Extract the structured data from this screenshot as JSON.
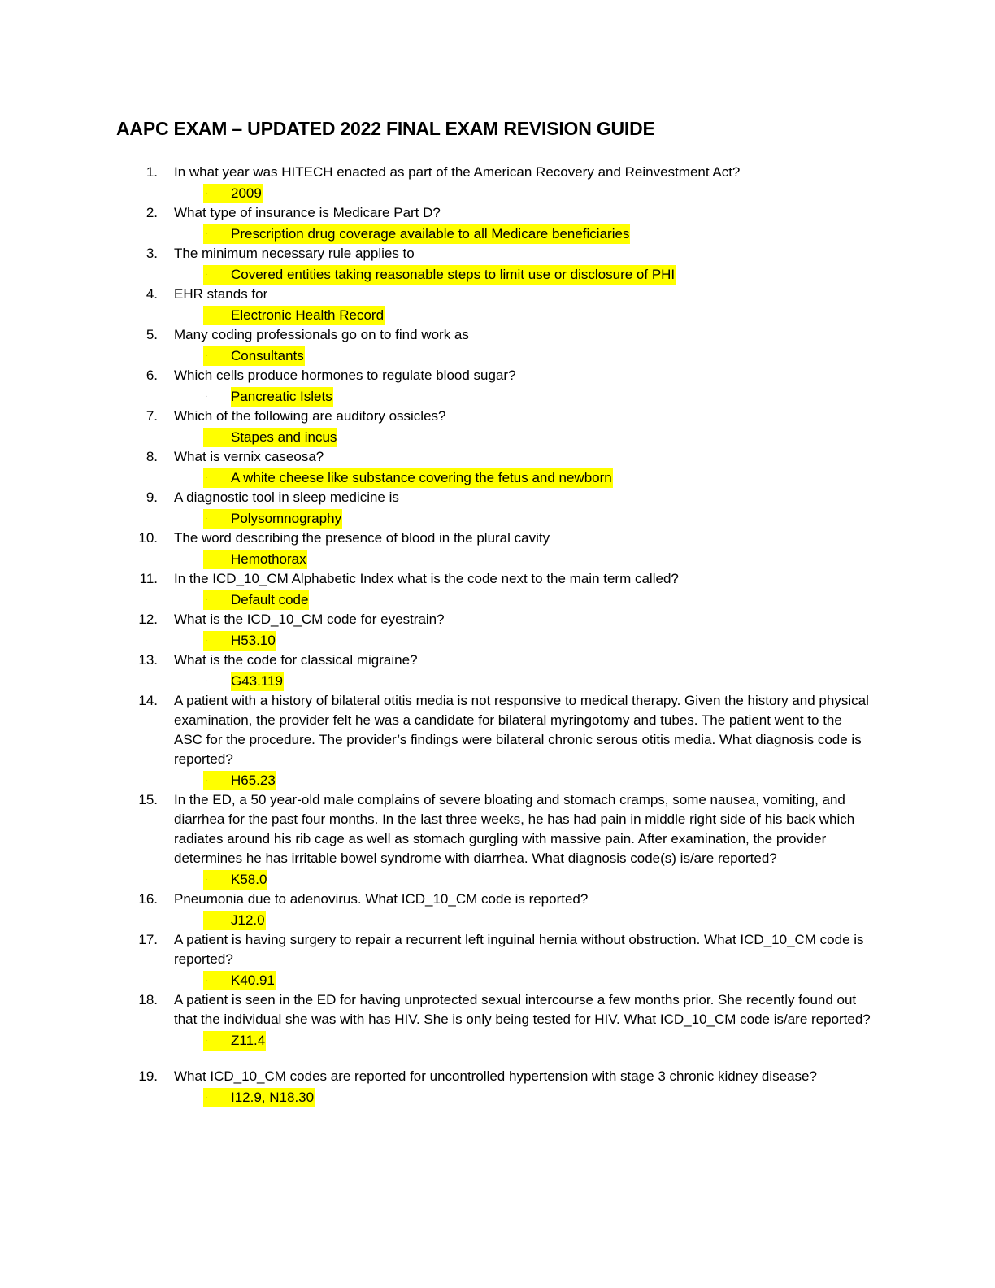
{
  "title": "AAPC EXAM –  UPDATED 2022 FINAL EXAM REVISION GUIDE",
  "bullet_char": "·",
  "questions": [
    {
      "num": "1.",
      "text": "In what year was HITECH enacted as part of the American Recovery and Reinvestment Act?",
      "answer": "2009"
    },
    {
      "num": "2.",
      "text": "What type of insurance is Medicare Part D?",
      "answer": "Prescription drug coverage available to all Medicare beneficiaries"
    },
    {
      "num": "3.",
      "text": "The minimum necessary rule applies to",
      "answer": "Covered entities taking reasonable steps to limit use or disclosure of PHI"
    },
    {
      "num": "4.",
      "text": "EHR stands for",
      "answer": "Electronic Health Record"
    },
    {
      "num": "5.",
      "text": "Many coding professionals go on to find work as",
      "answer": "Consultants"
    },
    {
      "num": "6.",
      "text": "Which cells produce hormones to regulate blood sugar?",
      "answer": "Pancreatic Islets"
    },
    {
      "num": "7.",
      "text": "Which of the following are auditory ossicles?",
      "answer": "Stapes and incus"
    },
    {
      "num": "8.",
      "text": "What is vernix caseosa?",
      "answer": "A white cheese like substance covering the fetus and newborn"
    },
    {
      "num": "9.",
      "text": "A diagnostic tool in sleep medicine is",
      "answer": "Polysomnography"
    },
    {
      "num": "10.",
      "text": "The word describing the presence of blood in the plural cavity",
      "answer": "Hemothorax"
    },
    {
      "num": "11.",
      "text": "In the ICD_10_CM Alphabetic Index what is the code next to the main term called?",
      "answer": "Default code"
    },
    {
      "num": "12.",
      "text": "What is the ICD_10_CM code for eyestrain?",
      "answer": "H53.10"
    },
    {
      "num": "13.",
      "text": "What is the code for classical migraine?",
      "answer": "G43.119"
    },
    {
      "num": "14.",
      "text": "A patient with a history of bilateral otitis media is not responsive to medical therapy. Given the history and physical examination, the provider felt he was a candidate for bilateral myringotomy and tubes. The patient went to the ASC for the procedure. The provider’s findings were bilateral chronic serous otitis media. What diagnosis code is reported?",
      "answer": "H65.23"
    },
    {
      "num": "15.",
      "text": "In the ED, a 50 year-old male complains of severe bloating and stomach cramps, some nausea, vomiting, and diarrhea for the past four months. In the last three weeks, he has had pain in middle right side of his back which radiates around his rib cage as well as stomach gurgling with massive pain. After examination, the provider determines he has irritable bowel syndrome with diarrhea. What diagnosis code(s) is/are reported?",
      "answer": "K58.0"
    },
    {
      "num": "16.",
      "text": "Pneumonia due to adenovirus. What ICD_10_CM code is reported?",
      "answer": "J12.0"
    },
    {
      "num": "17.",
      "text": "A patient is having surgery to repair a recurrent left inguinal hernia without obstruction. What ICD_10_CM code is reported?",
      "answer": "K40.91"
    },
    {
      "num": "18.",
      "text": "A patient is seen in the ED for having unprotected sexual intercourse a few months prior. She recently found out that the individual she was with has HIV. She is only being tested for HIV. What ICD_10_CM code is/are reported?",
      "answer": "Z11.4"
    },
    {
      "num": "19.",
      "text": "What ICD_10_CM codes are reported for uncontrolled hypertension with stage 3 chronic kidney disease?",
      "answer": "I12.9, N18.30"
    }
  ]
}
